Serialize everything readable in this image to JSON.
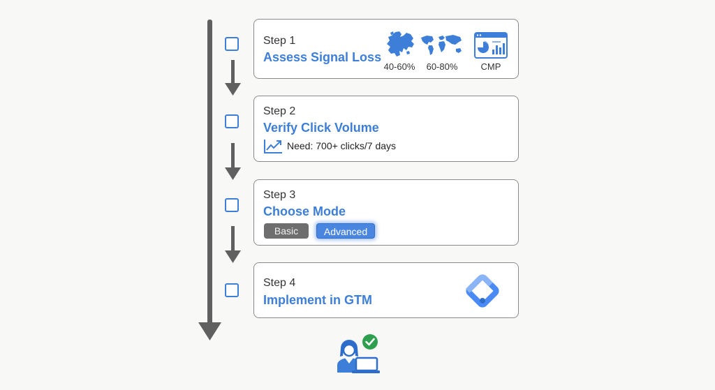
{
  "steps": [
    {
      "label": "Step 1",
      "title": "Assess Signal Loss",
      "icons": [
        {
          "icon": "europe-map-icon",
          "caption": "40-60%"
        },
        {
          "icon": "world-map-icon",
          "caption": "60-80%"
        },
        {
          "icon": "cmp-dashboard-icon",
          "caption": "CMP"
        }
      ]
    },
    {
      "label": "Step 2",
      "title": "Verify Click Volume",
      "detail_icon": "trend-chart-icon",
      "detail": "Need: 700+ clicks/7 days"
    },
    {
      "label": "Step 3",
      "title": "Choose Mode",
      "options": [
        {
          "label": "Basic",
          "selected": false
        },
        {
          "label": "Advanced",
          "selected": true
        }
      ]
    },
    {
      "label": "Step 4",
      "title": "Implement in GTM",
      "logo": "google-tag-manager-logo"
    }
  ],
  "footer_icon": "user-at-laptop-with-checkmark-icon",
  "colors": {
    "accent": "#3d7ed8",
    "arrow": "#606060",
    "card_border": "#8a8a8a",
    "success": "#2e9e4f"
  }
}
